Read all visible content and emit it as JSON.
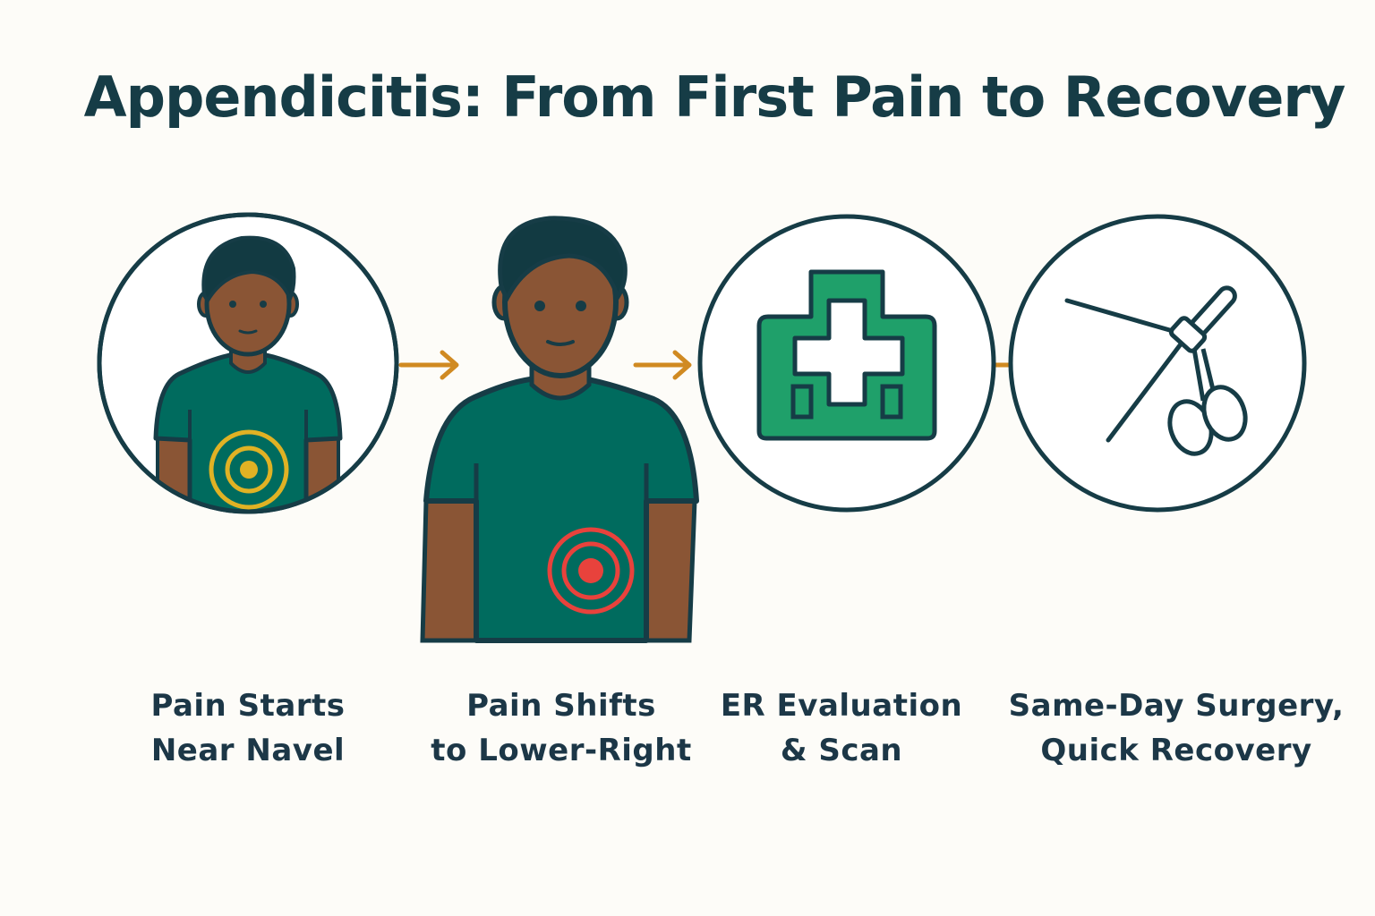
{
  "title": "Appendicitis: From First Pain to Recovery",
  "colors": {
    "outline": "#163c46",
    "shirt": "#006b5e",
    "skin": "#8a5535",
    "hair": "#123a42",
    "arrow": "#d08a22",
    "pain_navel": "#e0b224",
    "pain_lower_right": "#e8423c",
    "hospital": "#1fa06a"
  },
  "steps": [
    {
      "icon": "person-pain-navel-icon",
      "line1": "Pain Starts",
      "line2": "Near Navel"
    },
    {
      "icon": "person-pain-lower-right-icon",
      "line1": "Pain Shifts",
      "line2": "to Lower-Right"
    },
    {
      "icon": "hospital-icon",
      "line1": "ER Evaluation",
      "line2": "& Scan"
    },
    {
      "icon": "surgical-instruments-icon",
      "line1": "Same-Day Surgery,",
      "line2": "Quick Recovery"
    }
  ]
}
